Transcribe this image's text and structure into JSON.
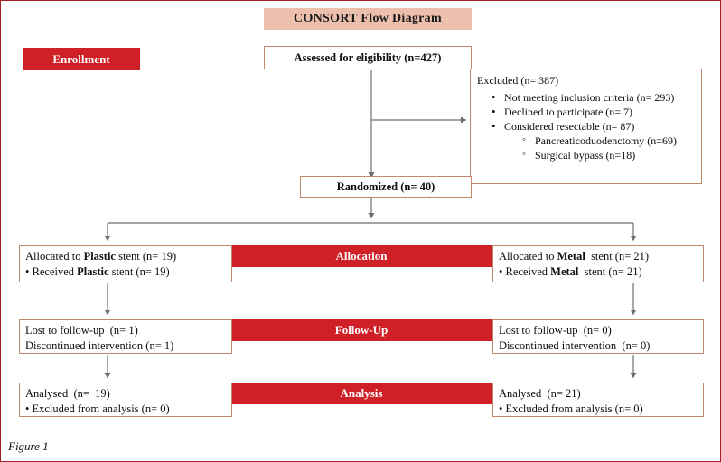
{
  "title": "CONSORT Flow Diagram",
  "caption": "Figure 1",
  "colors": {
    "phase_red": "#cf2027",
    "title_band": "#edbfad",
    "box_border": "#c08a6a",
    "page_border": "#a31f24",
    "connector": "#6e6e6e"
  },
  "phases": {
    "enrollment": "Enrollment",
    "allocation": "Allocation",
    "followup": "Follow-Up",
    "analysis": "Analysis"
  },
  "enrollment": {
    "assessed": "Assessed for eligibility (n=427)",
    "randomized": "Randomized (n= 40)",
    "excluded": {
      "header": "Excluded  (n= 387)",
      "items": [
        "Not meeting inclusion criteria (n= 293)",
        "Declined to participate (n= 7)",
        "Considered resectable (n= 87)"
      ],
      "subitems": [
        "Pancreaticoduodenctomy (n=69)",
        "Surgical bypass (n=18)"
      ]
    }
  },
  "arms": {
    "left": {
      "allocation": {
        "line1_pre": "Allocated to ",
        "line1_bold": "Plastic",
        "line1_post": " stent (n= 19)",
        "line2_pre": "• Received ",
        "line2_bold": "Plastic",
        "line2_post": " stent (n= 19)"
      },
      "followup": {
        "line1": "Lost to follow-up  (n= 1)",
        "line2": "Discontinued intervention (n= 1)"
      },
      "analysis": {
        "line1": "Analysed  (n=  19)",
        "line2": "• Excluded from analysis (n= 0)"
      }
    },
    "right": {
      "allocation": {
        "line1_pre": "Allocated to ",
        "line1_bold": "Metal",
        "line1_post": "  stent (n= 21)",
        "line2_pre": "• Received ",
        "line2_bold": "Metal",
        "line2_post": "  stent (n= 21)"
      },
      "followup": {
        "line1": "Lost to follow-up  (n= 0)",
        "line2": "Discontinued intervention  (n= 0)"
      },
      "analysis": {
        "line1": "Analysed  (n= 21)",
        "line2": "• Excluded from analysis (n= 0)"
      }
    }
  }
}
